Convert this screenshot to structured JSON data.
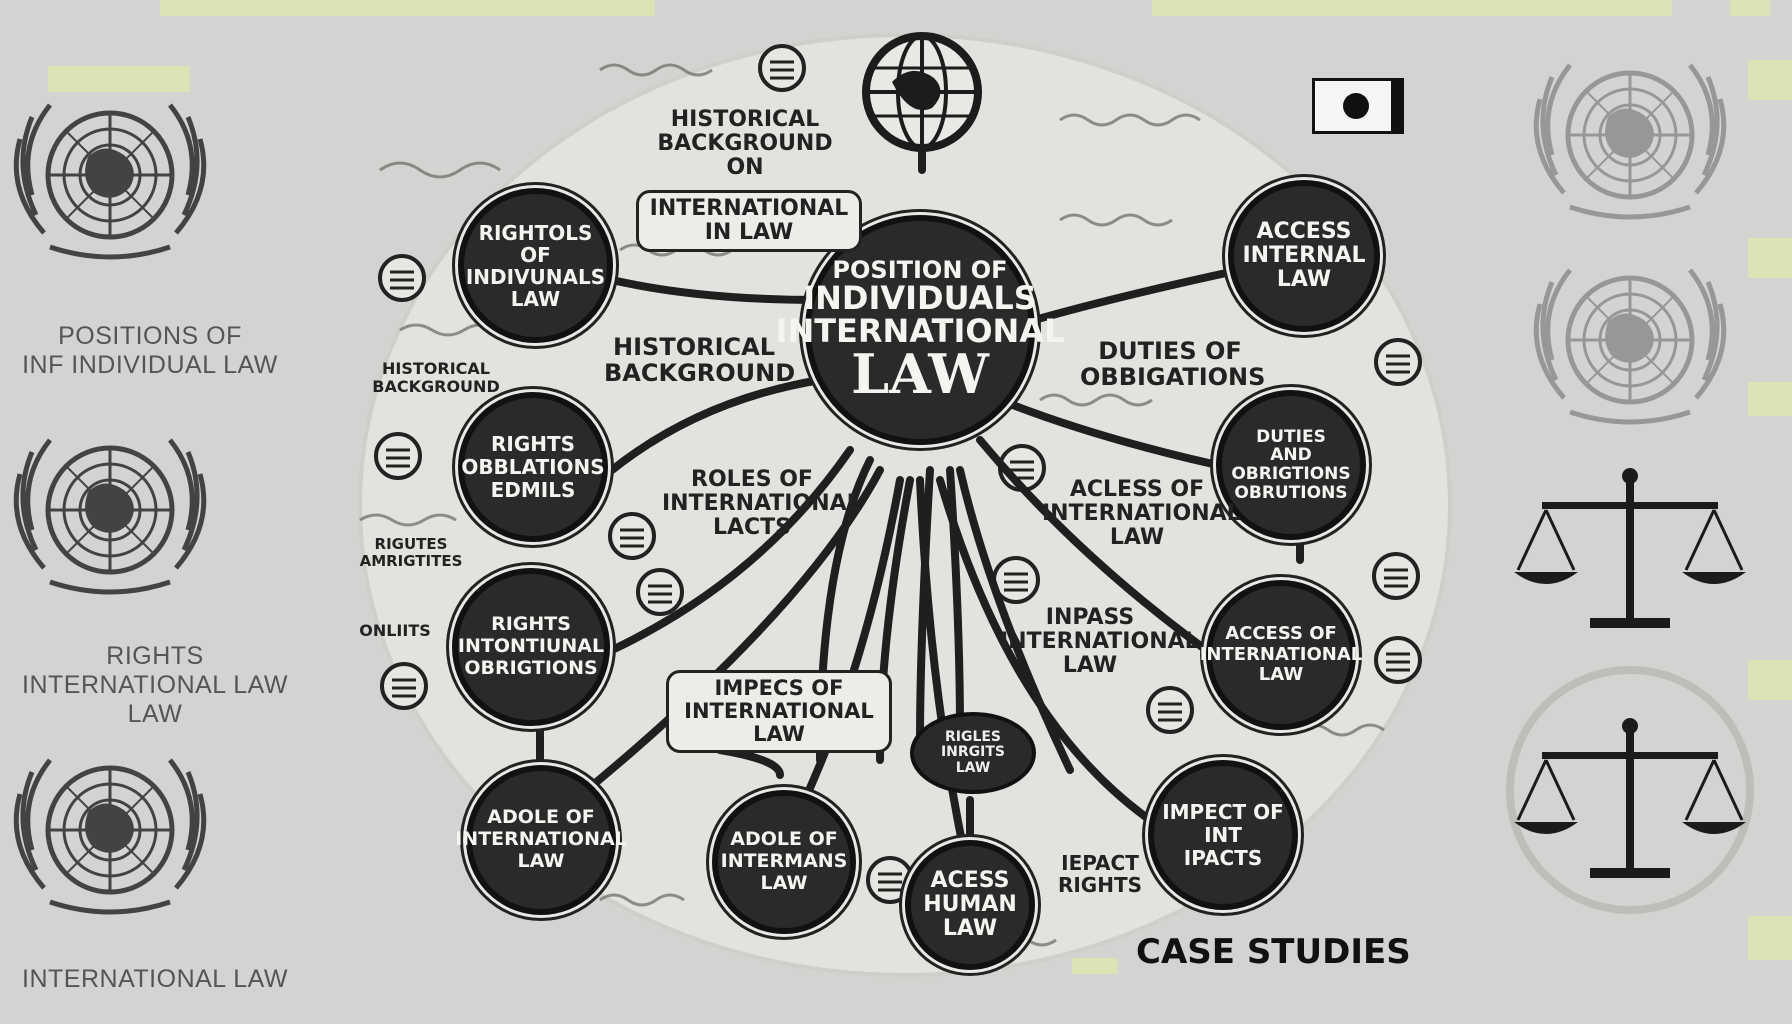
{
  "left_captions": [
    "POSITIONS OF\nINF INDIVIDUAL LAW",
    "RIGHTS\nINTERNATIONAL LAW\nLAW",
    "INTERNATIONAL LAW"
  ],
  "center": {
    "top": "POSITION OF",
    "mid": "INDIVIDUALS",
    "bottom": "INTERNATIONAL",
    "big": "LAW"
  },
  "nodes": [
    {
      "id": "rights-of-individuals",
      "label": "RIGHTOLS\nOF\nINDIVUNALS\nLAW"
    },
    {
      "id": "rights-obligations",
      "label": "RIGHTS\nOBBLATIONS\nEDMILS"
    },
    {
      "id": "rights-intentional",
      "label": "RIGHTS\nINTONTIUNAL\nOBRIGTIONS"
    },
    {
      "id": "adole-international",
      "label": "ADOLE OF\nINTERNATIONAL\nLAW"
    },
    {
      "id": "adole-intermans",
      "label": "ADOLE OF\nINTERMANS\nLAW"
    },
    {
      "id": "access-human",
      "label": "ACESS\nHUMAN\nLAW"
    },
    {
      "id": "impect",
      "label": "IMPECT OF\nINT\nIPACTS"
    },
    {
      "id": "access-of-international",
      "label": "ACCESS OF\nINTERNATIONAL\nLAW"
    },
    {
      "id": "duties-obligations",
      "label": "DUTIES\nAND\nOBRIGTIONS\nOBRUTIONS"
    },
    {
      "id": "access-intl",
      "label": "ACCESS\nINTERNAL\nLAW"
    }
  ],
  "bubbles": [
    {
      "id": "historical-top",
      "label": "HISTORICAL\nBACKGROUND\nON"
    },
    {
      "id": "intl-law-top",
      "label": "INTERNATIONAL\nIN LAW"
    },
    {
      "id": "historical-mid",
      "label": "HISTORICAL\nBACKGROUND"
    },
    {
      "id": "roles-of",
      "label": "ROLES OF\nINTERNATIONAL\nLACTS"
    },
    {
      "id": "duties-of",
      "label": "DUTIES OF\nOBBIGATIONS"
    },
    {
      "id": "aclss-of",
      "label": "ACLESS OF\nINTERNATIONAL\nLAW"
    },
    {
      "id": "inpass",
      "label": "INPASS\nINTERNATIONAL\nLAW"
    },
    {
      "id": "impects-of",
      "label": "IMPECS OF\nINTERNATIONAL\nLAW"
    },
    {
      "id": "historical-left",
      "label": "HISTORICAL\nBACKGROUND"
    },
    {
      "id": "rights-amb",
      "label": "RIGUTES\nAMRIGTITES"
    },
    {
      "id": "onlits",
      "label": "ONLIITS"
    },
    {
      "id": "impact-rights",
      "label": "IEPACT\nRIGHTS"
    },
    {
      "id": "small-mid",
      "label": "RIGLES\nINRGITS\nLAW"
    }
  ],
  "case_studies": "CASE STUDIES",
  "colors": {
    "background": "#d3d3d1",
    "node": "#2a2a2a",
    "ink": "#111111",
    "highlight": "#dbe2b4",
    "caption": "#555555"
  },
  "icons": [
    "un-emblem-icon",
    "scales-of-justice-icon",
    "globe-icon",
    "flag-icon"
  ]
}
